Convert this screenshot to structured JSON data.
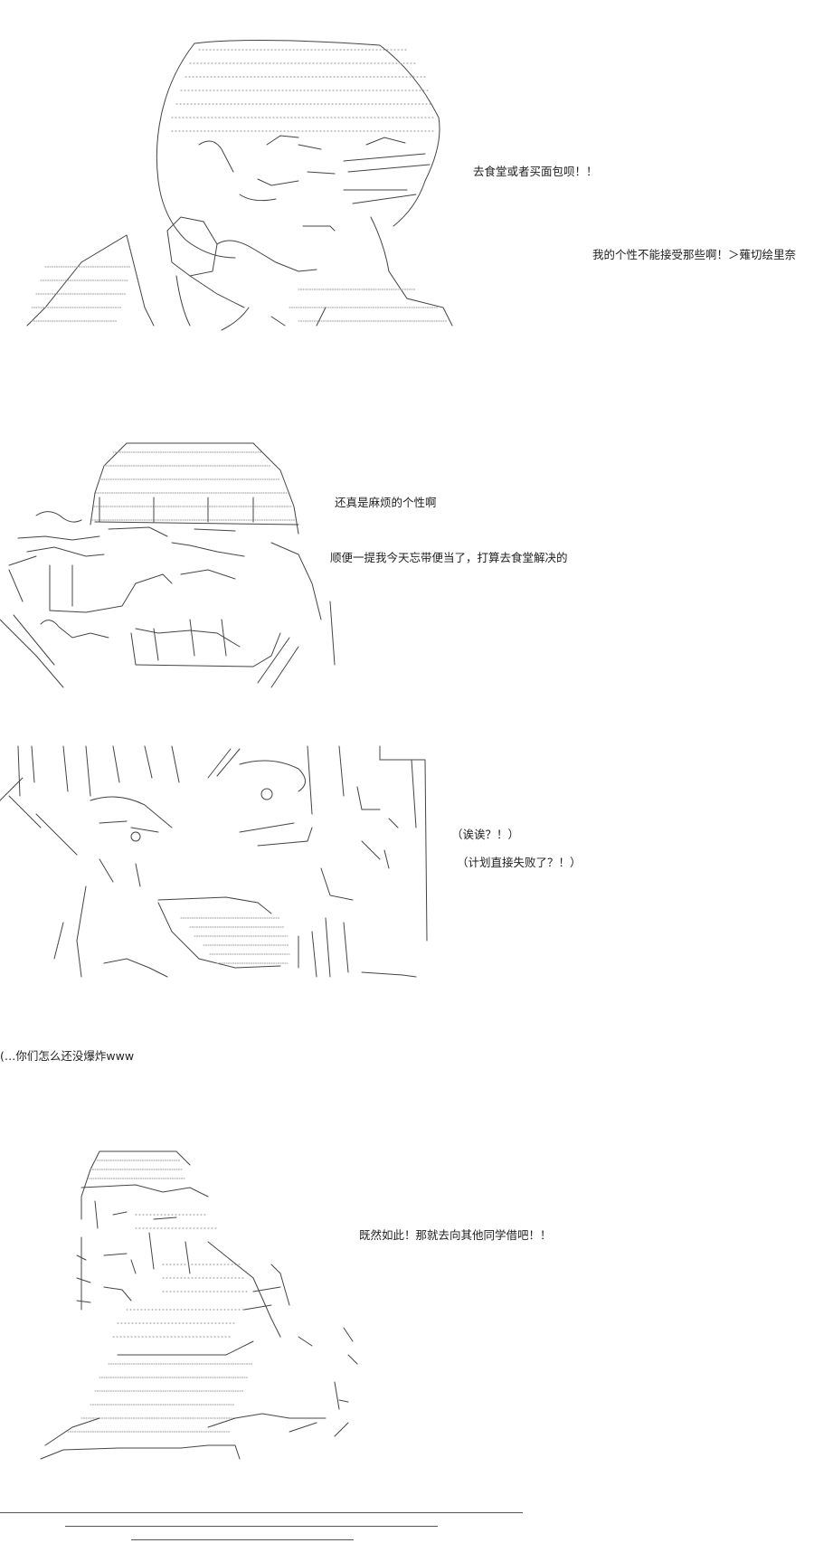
{
  "panels": [
    {
      "id": "panel-1",
      "lines": [
        "去食堂或者买面包呗！！",
        "我的个性不能接受那些啊！＞薙切绘里奈"
      ]
    },
    {
      "id": "panel-2",
      "lines": [
        "还真是麻烦的个性啊",
        "顺便一提我今天忘带便当了，打算去食堂解决的"
      ]
    },
    {
      "id": "panel-3",
      "lines": [
        "（诶诶？！）",
        "（计划直接失败了？！）"
      ]
    },
    {
      "id": "aside",
      "lines": [
        "(…你们怎么还没爆炸www"
      ]
    },
    {
      "id": "panel-4",
      "lines": [
        "既然如此！那就去向其他同学借吧！！"
      ]
    }
  ]
}
